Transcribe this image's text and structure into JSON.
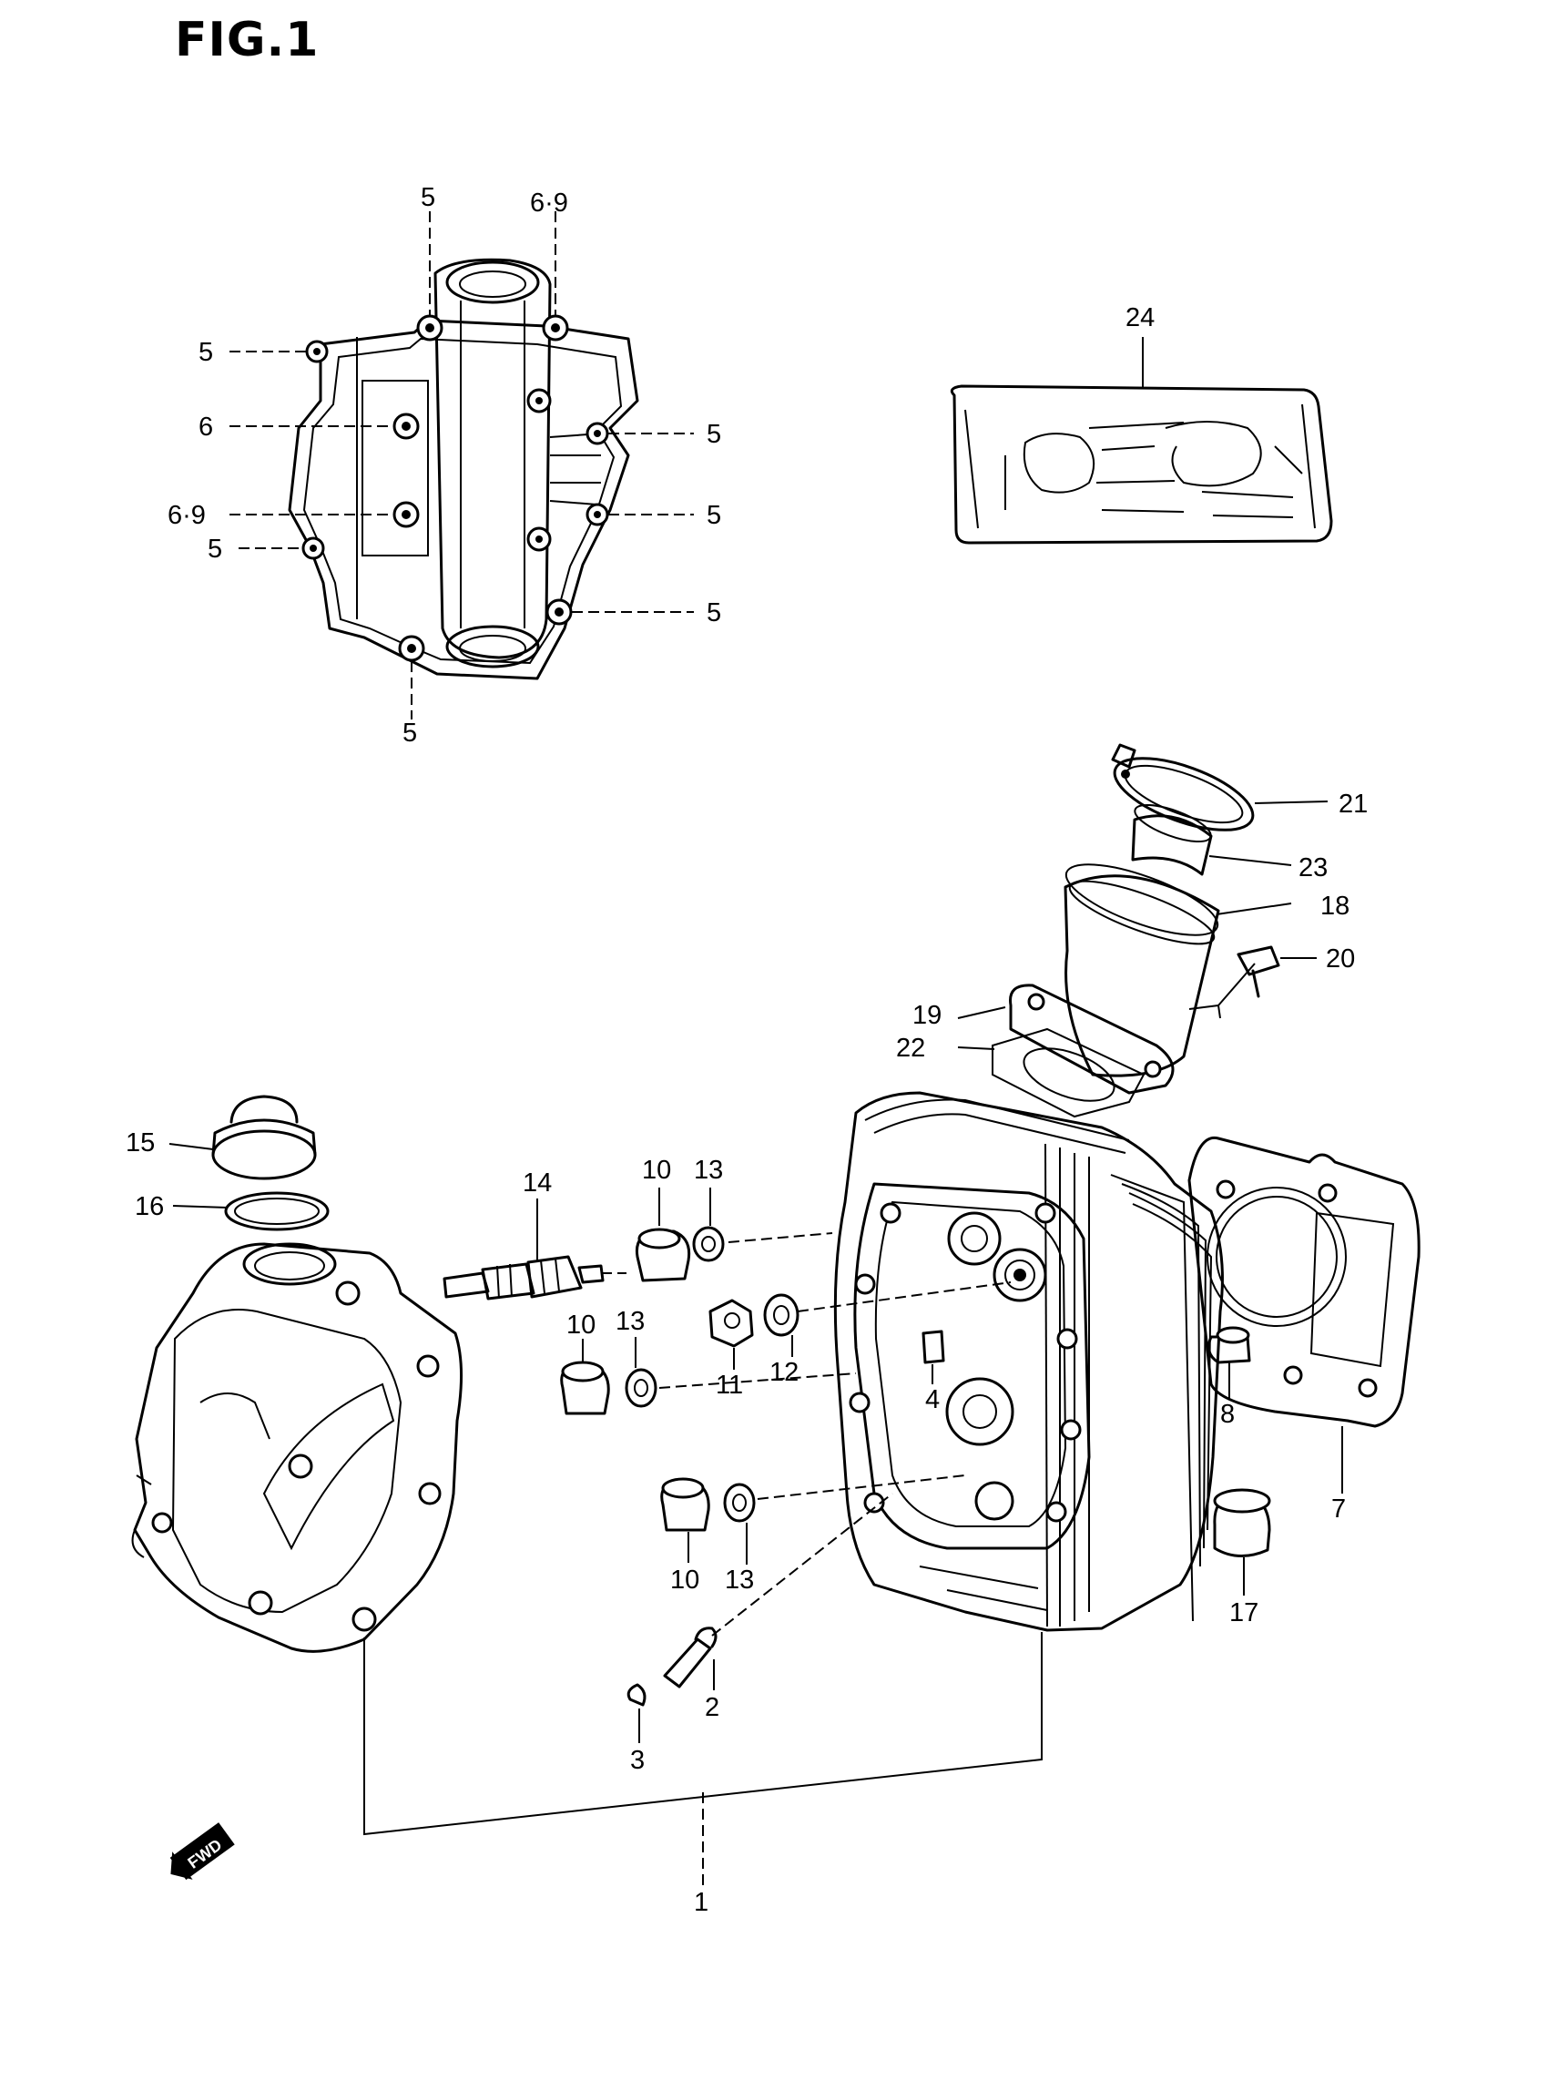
{
  "figure_title": "FIG.1",
  "callouts": {
    "c5a": "5",
    "c69a": "6·9",
    "c5b": "5",
    "c6": "6",
    "c69b": "6·9",
    "c5c": "5",
    "c5d": "5",
    "c5e": "5",
    "c5f": "5",
    "c5g": "5",
    "c24": "24",
    "c21": "21",
    "c23": "23",
    "c18": "18",
    "c20": "20",
    "c19": "19",
    "c22": "22",
    "c15": "15",
    "c16": "16",
    "c14": "14",
    "c10a": "10",
    "c13a": "13",
    "c10b": "10",
    "c13b": "13",
    "c11": "11",
    "c12": "12",
    "c4": "4",
    "c10c": "10",
    "c13c": "13",
    "c8": "8",
    "c7": "7",
    "c17": "17",
    "c2": "2",
    "c3": "3",
    "c1": "1"
  },
  "fwd_mark": "FWD"
}
